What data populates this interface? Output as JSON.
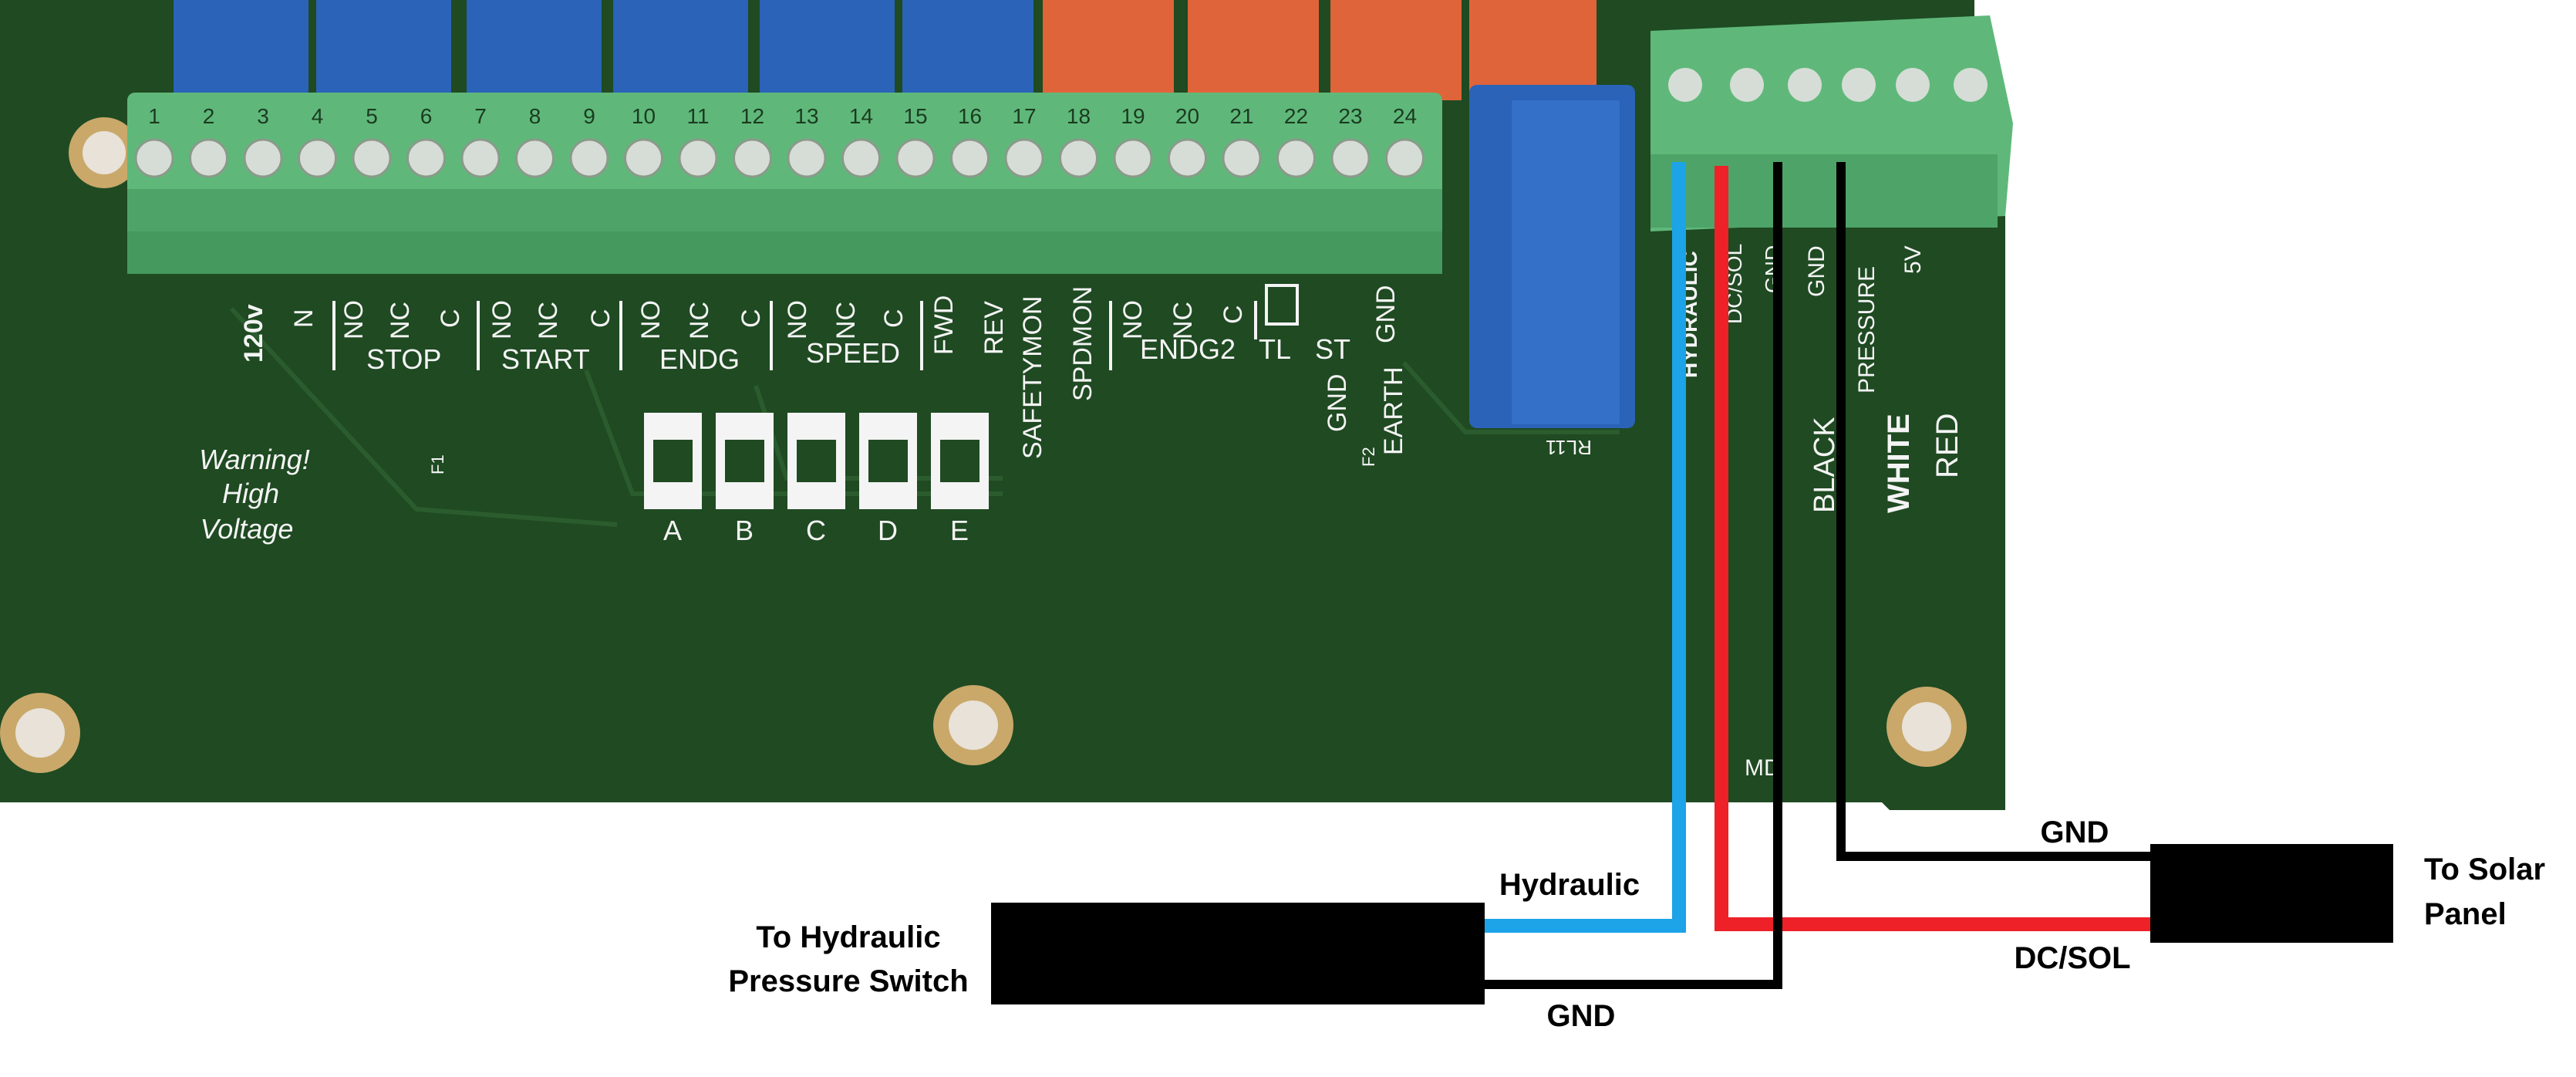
{
  "terminal_numbers": [
    "1",
    "2",
    "3",
    "4",
    "5",
    "6",
    "7",
    "8",
    "9",
    "10",
    "11",
    "12",
    "13",
    "14",
    "15",
    "16",
    "17",
    "18",
    "19",
    "20",
    "21",
    "22",
    "23",
    "24"
  ],
  "silkscreen": {
    "v120": "120v",
    "n": "N",
    "stop_no": "NO",
    "stop_nc": "NC",
    "stop_c": "C",
    "stop": "STOP",
    "start_no": "NO",
    "start_nc": "NC",
    "start_c": "C",
    "start": "START",
    "endg_no": "NO",
    "endg_nc": "NC",
    "endg_c": "C",
    "endg": "ENDG",
    "speed_no": "NO",
    "speed_nc": "NC",
    "speed_c": "C",
    "speed": "SPEED",
    "fwd": "FWD",
    "rev": "REV",
    "safetymon": "SAFETYMON",
    "spdmon": "SPDMON",
    "endg2_no": "NO",
    "endg2_nc": "NC",
    "endg2_c": "C",
    "endg2": "ENDG2",
    "tl": "TL",
    "st": "ST",
    "gnd": "GND",
    "gnd2": "GND",
    "earth": "EARTH",
    "f2": "F2",
    "f1": "F1",
    "warning": [
      "Warning!",
      "High",
      "Voltage"
    ],
    "leds": [
      "A",
      "B",
      "C",
      "D",
      "E"
    ],
    "relay_label": "RL11",
    "right_cols": [
      "HYDRAULIC",
      "DC/SOL",
      "GND",
      "GND",
      "PRESSURE",
      "5V"
    ],
    "black": "BLACK",
    "white": "WHITE",
    "red": "RED",
    "md": "MD"
  },
  "callouts": {
    "hydraulic": "Hydraulic",
    "to_hydraulic": [
      "To Hydraulic",
      "Pressure Switch"
    ],
    "gnd_bottom": "GND",
    "gnd_top": "GND",
    "dcsol": "DC/SOL",
    "to_solar": [
      "To Solar",
      "Panel"
    ]
  },
  "colors": {
    "pcb": "#1f4a22",
    "terminal": "#5fb87a",
    "relay_blue": "#2a63b8",
    "relay_orange": "#e0643a",
    "wire_blue": "#1ca3e8",
    "wire_red": "#ee2028",
    "wire_black": "#000000"
  }
}
